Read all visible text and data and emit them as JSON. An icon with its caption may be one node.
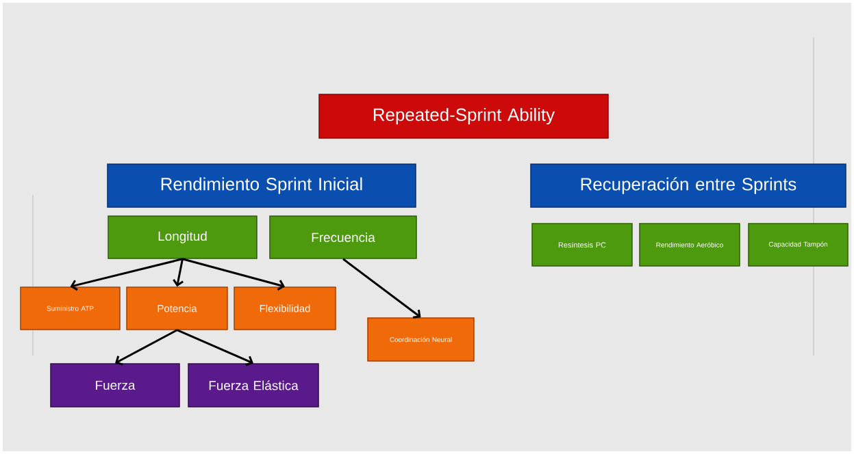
{
  "diagram": {
    "nodes": [
      {
        "text": [
          "Repeated-Sprint Ability"
        ]
      },
      {
        "text": [
          "Rendimiento Sprint Inicial"
        ]
      },
      {
        "text": [
          "Recuperación entre Sprints"
        ]
      },
      {
        "text": [
          "Longitud"
        ]
      },
      {
        "text": [
          "Frecuencia"
        ]
      },
      {
        "text": [
          "Resíntesis PC"
        ]
      },
      {
        "text": [
          "Rendimiento Aeróbico"
        ]
      },
      {
        "text": [
          "Capacidad Tampón"
        ]
      },
      {
        "text": [
          "Suministro ATP"
        ]
      },
      {
        "text": [
          "Potencia"
        ]
      },
      {
        "text": [
          "Flexibilidad"
        ]
      },
      {
        "text": [
          "Coordinación Neural"
        ]
      },
      {
        "text": [
          "Fuerza"
        ]
      },
      {
        "text": [
          "Fuerza Elástica"
        ]
      }
    ],
    "edges": [
      {
        "from": 3,
        "to": 8,
        "arrow": "to"
      },
      {
        "from": 3,
        "to": 9,
        "arrow": "to"
      },
      {
        "from": 3,
        "to": 10,
        "arrow": "to"
      },
      {
        "from": 4,
        "to": 11,
        "arrow": "to"
      },
      {
        "from": 9,
        "to": 12,
        "arrow": "to"
      },
      {
        "from": 9,
        "to": 13,
        "arrow": "to"
      }
    ]
  }
}
